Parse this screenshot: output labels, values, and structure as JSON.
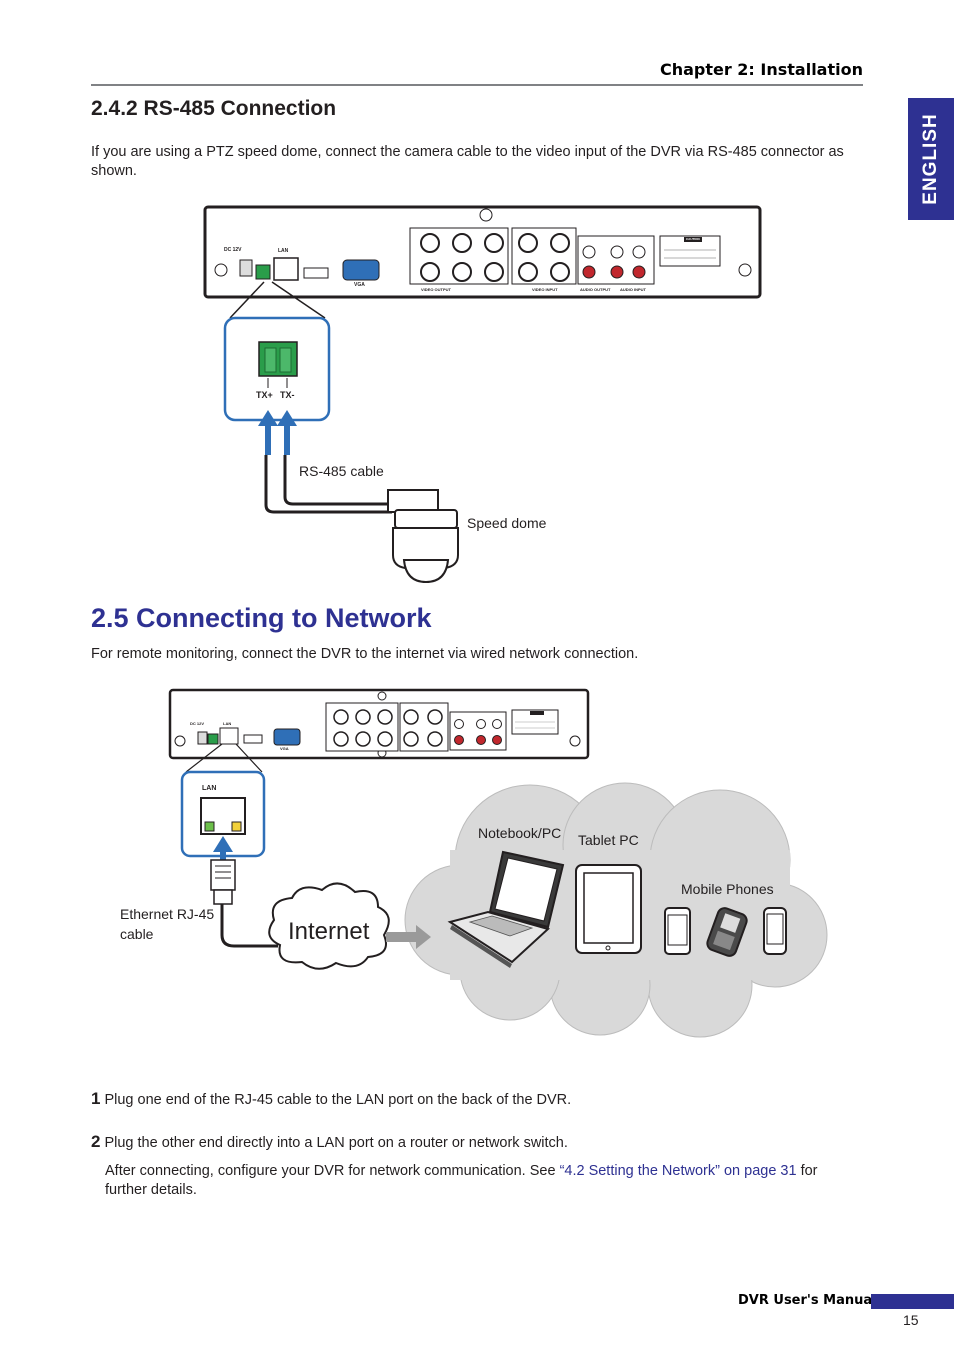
{
  "header": {
    "chapter": "Chapter 2: Installation",
    "side_tab": "ENGLISH"
  },
  "section_242": {
    "title": "2.4.2 RS-485 Connection",
    "paragraph": "If you are using a PTZ speed dome, connect the camera cable to the video input of the DVR via RS-485 connector as shown.",
    "labels": {
      "tx_plus": "TX+",
      "tx_minus": "TX-",
      "cable": "RS-485 cable",
      "dome": "Speed dome"
    }
  },
  "section_25": {
    "title": "2.5 Connecting to Network",
    "paragraph": "For remote monitoring, connect the DVR to the internet via wired network connection.",
    "labels": {
      "lan": "LAN",
      "cable": "Ethernet RJ-45 cable",
      "internet": "Internet",
      "notebook": "Notebook/PC",
      "tablet": "Tablet PC",
      "phones": "Mobile Phones"
    },
    "steps": [
      {
        "num": "1",
        "text": "Plug one end of the RJ-45 cable to the LAN port on the back of the DVR."
      },
      {
        "num": "2",
        "text": "Plug the other end directly into a LAN port on a router or network switch."
      }
    ],
    "after_text": "After connecting, configure your DVR for network communication. See",
    "link_text": "“4.2 Setting the Network” on page 31",
    "after_tail": "for",
    "after_tail2": "further details."
  },
  "dvr_panel": {
    "dc": "DC 12V",
    "lan": "LAN",
    "vga": "VGA",
    "video_output": "VIDEO OUTPUT",
    "video_input": "VIDEO INPUT",
    "audio_output": "AUDIO OUTPUT",
    "audio_input": "AUDIO INPUT",
    "caution": "CAUTION"
  },
  "footer": {
    "title": "DVR User's Manual",
    "page": "15"
  },
  "colors": {
    "accent": "#2e3192",
    "connector_green": "#2a9d4a",
    "arrow_blue": "#2f6fb7",
    "cloud": "#d9d9d9"
  }
}
